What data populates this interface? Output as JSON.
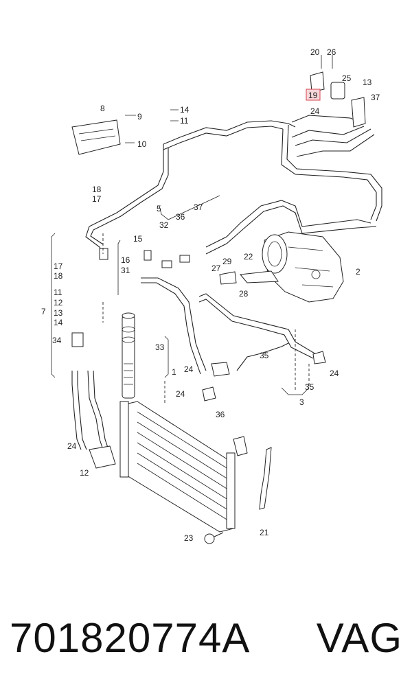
{
  "diagram": {
    "callouts": {
      "c20": "20",
      "c26": "26",
      "c25": "25",
      "c13": "13",
      "c19": "19",
      "c37a": "37",
      "c24a": "24",
      "c8": "8",
      "c9": "9",
      "c10": "10",
      "c14": "14",
      "c11a": "11",
      "c18a": "18",
      "c17a": "17",
      "c5": "5",
      "c36a": "36",
      "c37b": "37",
      "c32": "32",
      "c15": "15",
      "c16": "16",
      "c31": "31",
      "c29": "29",
      "c27": "27",
      "c22": "22",
      "c2": "2",
      "c28": "28",
      "c17b": "17",
      "c18b": "18",
      "c11b": "11",
      "c12a": "12",
      "c13b": "13",
      "c14b": "14",
      "c7": "7",
      "c34": "34",
      "c33": "33",
      "c1": "1",
      "c35a": "35",
      "c24b": "24",
      "c24c": "24",
      "c24d": "24",
      "c36b": "36",
      "c35b": "35",
      "c3": "3",
      "c24e": "24",
      "c12b": "12",
      "c21": "21",
      "c23": "23"
    },
    "highlighted_callout": "19",
    "highlight_color": "#d9444f"
  },
  "footer": {
    "part_number": "701820774A",
    "brand": "VAG"
  }
}
